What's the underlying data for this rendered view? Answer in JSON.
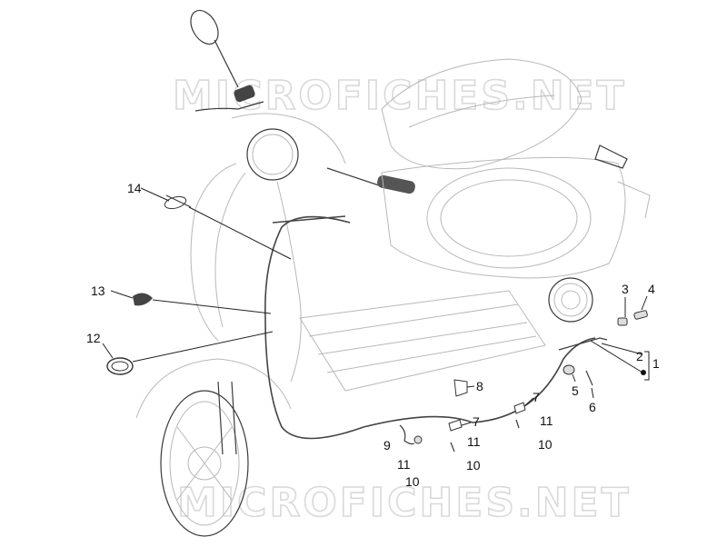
{
  "watermark": "MICROFICHES.NET",
  "callouts": [
    {
      "id": "c14",
      "label": "14"
    },
    {
      "id": "c13",
      "label": "13"
    },
    {
      "id": "c12",
      "label": "12"
    },
    {
      "id": "c3",
      "label": "3"
    },
    {
      "id": "c4",
      "label": "4"
    },
    {
      "id": "c2",
      "label": "2"
    },
    {
      "id": "c1",
      "label": "1"
    },
    {
      "id": "c5",
      "label": "5"
    },
    {
      "id": "c6",
      "label": "6"
    },
    {
      "id": "c8",
      "label": "8"
    },
    {
      "id": "c7a",
      "label": "7"
    },
    {
      "id": "c11a",
      "label": "11"
    },
    {
      "id": "c7b",
      "label": "7"
    },
    {
      "id": "c10a",
      "label": "10"
    },
    {
      "id": "c11b",
      "label": "11"
    },
    {
      "id": "c9",
      "label": "9"
    },
    {
      "id": "c11c",
      "label": "11"
    },
    {
      "id": "c10b",
      "label": "10"
    },
    {
      "id": "c10c",
      "label": "10"
    }
  ]
}
